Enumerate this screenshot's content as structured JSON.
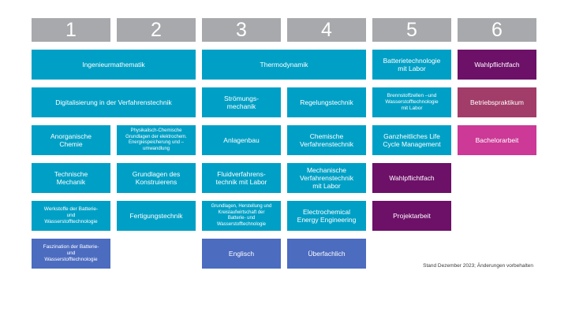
{
  "palette": {
    "semester_header": "#a7a9ac",
    "course_box": "#00a0c6",
    "elective_box": "#6d1068",
    "internship_box": "#a23c68",
    "thesis_box": "#cc3997",
    "general_studies_box": "#4c6cc0",
    "box_text": "#ffffff",
    "page_background": "#ffffff"
  },
  "header": {
    "columns": [
      "1",
      "2",
      "3",
      "4",
      "5",
      "6"
    ]
  },
  "courses": {
    "ingenieurmathematik": "Ingenieurmathematik",
    "thermodynamik": "Thermodynamik",
    "batterietechnologie": "Batterietechnologie\nmit Labor",
    "wahlpflichtfach_1": "Wahlpflichtfach",
    "digitalisierung": "Digitalisierung in der Verfahrenstechnik",
    "stroemungsmechanik": "Strömungs-\nmechanik",
    "regelungstechnik": "Regelungstechnik",
    "brennstoffzellen": "Brennstoffzellen –und\nWasserstofftechnologie\nmit Labor",
    "betriebspraktikum": "Betriebspraktikum",
    "anorganische_chemie": "Anorganische\nChemie",
    "physikalisch_chemische": "Physikalisch-Chemische\nGrundlagen der elektrochem.\nEnergiespeicherung und –\numwandlung",
    "anlagenbau": "Anlagenbau",
    "chemische_verfahrenstechnik": "Chemische\nVerfahrenstechnik",
    "life_cycle_management": "Ganzheitliches Life\nCycle Management",
    "bachelorarbeit": "Bachelorarbeit",
    "technische_mechanik": "Technische\nMechanik",
    "grundlagen_konstruierens": "Grundlagen des\nKonstruierens",
    "fluidverfahrenstechnik": "Fluidverfahrens-\ntechnik mit Labor",
    "mechanische_verfahrenstechnik": "Mechanische\nVerfahrenstechnik\nmit Labor",
    "wahlpflichtfach_2": "Wahlpflichtfach",
    "werkstoffe": "Werkstoffe der Batterie-\nund\nWasserstofftechnologie",
    "fertigungstechnik": "Fertigungstechnik",
    "grundlagen_herstellung": "Grundlagen, Herstellung und\nKreislaufwirtschaft der\nBatterie- und\nWasserstofftechnologie",
    "electrochemical": "Electrochemical\nEnergy Engineering",
    "projektarbeit": "Projektarbeit",
    "faszination": "Faszination der Batterie-\nund\nWasserstofftechnologie",
    "englisch": "Englisch",
    "ueberfachlich": "Überfachlich"
  },
  "footer": {
    "note": "Stand Dezember 2023; Änderungen vorbehalten"
  }
}
